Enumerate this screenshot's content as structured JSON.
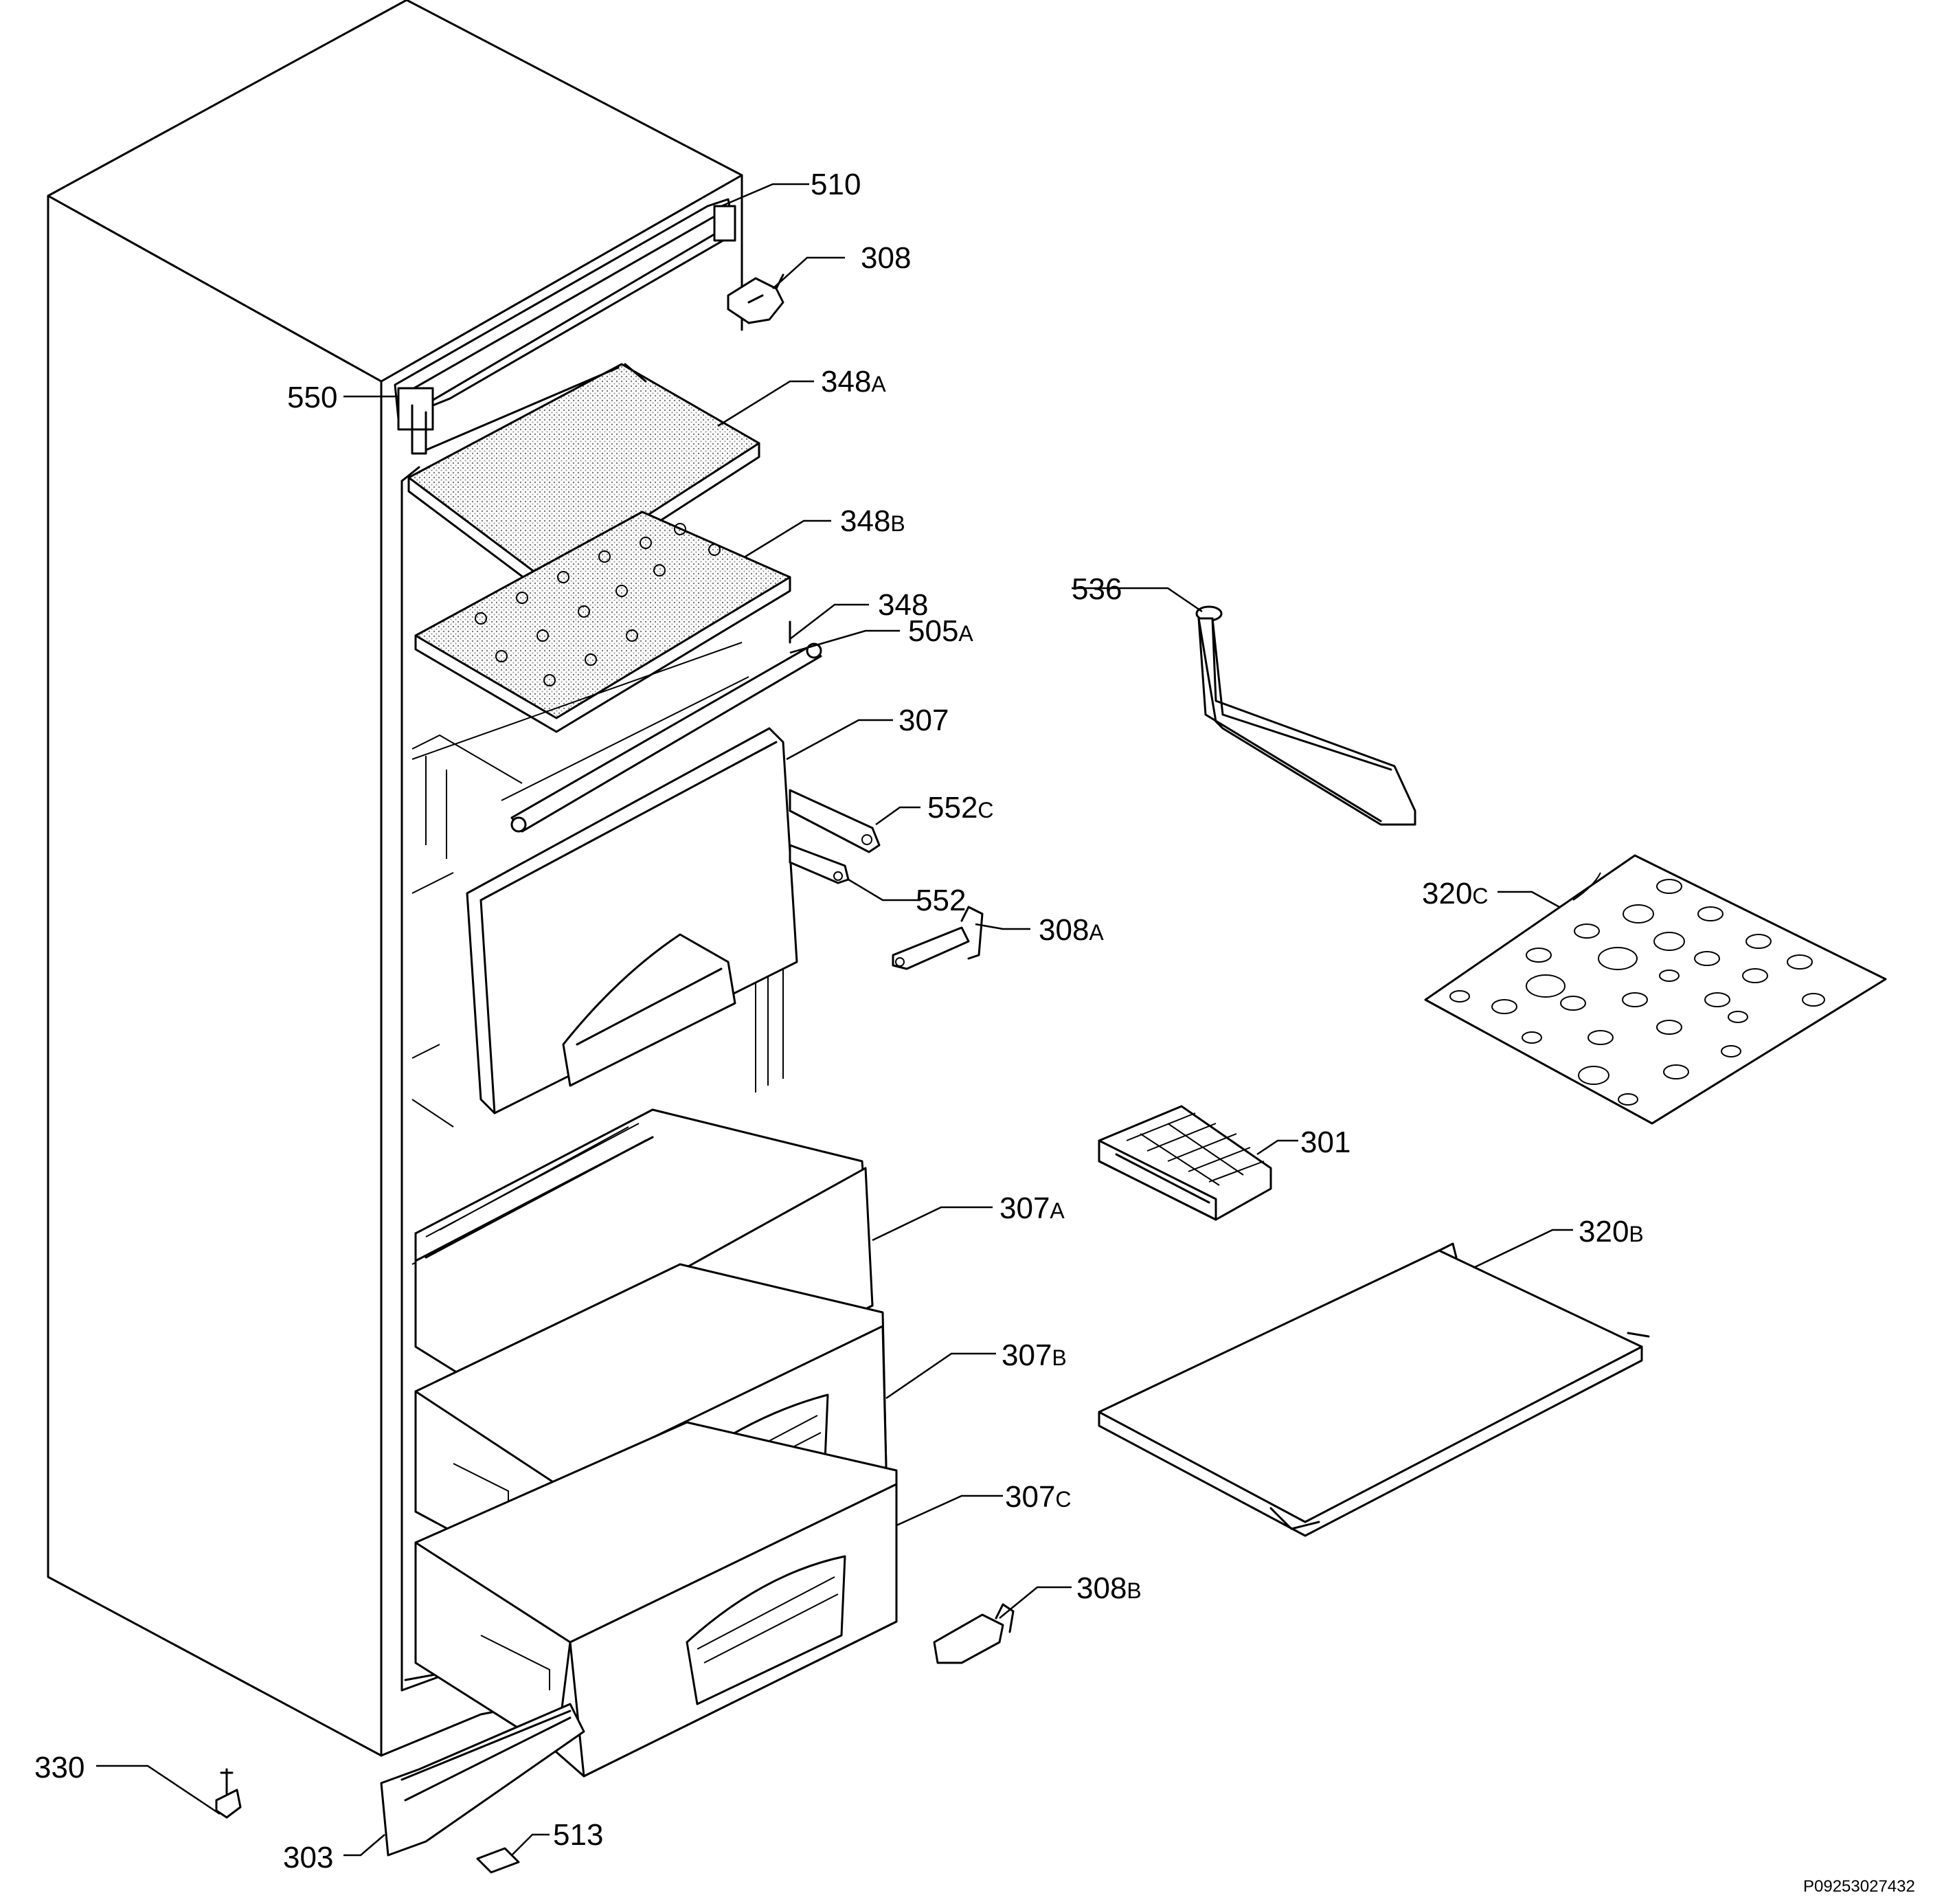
{
  "diagram": {
    "document_id": "P09253027432",
    "parts": [
      {
        "key": "p510",
        "number": "510",
        "suffix": ""
      },
      {
        "key": "p308",
        "number": "308",
        "suffix": ""
      },
      {
        "key": "p550",
        "number": "550",
        "suffix": ""
      },
      {
        "key": "p348a",
        "number": "348",
        "suffix": "A"
      },
      {
        "key": "p348b",
        "number": "348",
        "suffix": "B"
      },
      {
        "key": "p348",
        "number": "348",
        "suffix": ""
      },
      {
        "key": "p505a",
        "number": "505",
        "suffix": "A"
      },
      {
        "key": "p536",
        "number": "536",
        "suffix": ""
      },
      {
        "key": "p307",
        "number": "307",
        "suffix": ""
      },
      {
        "key": "p552c",
        "number": "552",
        "suffix": "C"
      },
      {
        "key": "p552",
        "number": "552",
        "suffix": ""
      },
      {
        "key": "p308a",
        "number": "308",
        "suffix": "A"
      },
      {
        "key": "p320c",
        "number": "320",
        "suffix": "C"
      },
      {
        "key": "p301",
        "number": "301",
        "suffix": ""
      },
      {
        "key": "p307a",
        "number": "307",
        "suffix": "A"
      },
      {
        "key": "p320b",
        "number": "320",
        "suffix": "B"
      },
      {
        "key": "p307b",
        "number": "307",
        "suffix": "B"
      },
      {
        "key": "p307c",
        "number": "307",
        "suffix": "C"
      },
      {
        "key": "p308b",
        "number": "308",
        "suffix": "B"
      },
      {
        "key": "p330",
        "number": "330",
        "suffix": ""
      },
      {
        "key": "p513",
        "number": "513",
        "suffix": ""
      },
      {
        "key": "p303",
        "number": "303",
        "suffix": ""
      }
    ]
  }
}
